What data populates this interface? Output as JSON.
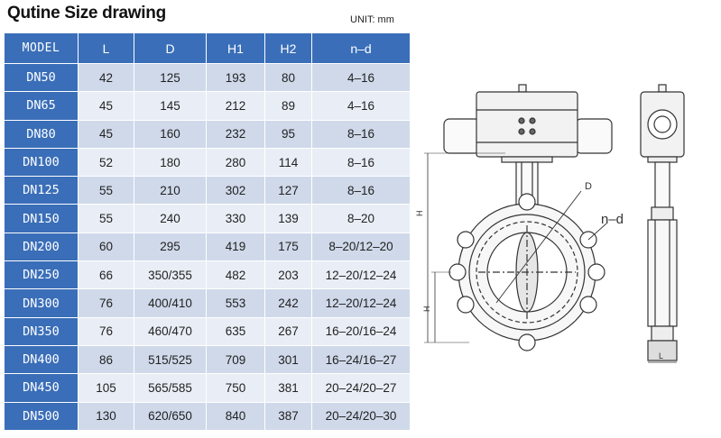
{
  "header": {
    "title": "Qutine Size drawing",
    "unit": "UNIT: mm"
  },
  "table": {
    "columns": [
      "MODEL",
      "L",
      "D",
      "H1",
      "H2",
      "n–d"
    ],
    "rows": [
      [
        "DN50",
        "42",
        "125",
        "193",
        "80",
        "4–16"
      ],
      [
        "DN65",
        "45",
        "145",
        "212",
        "89",
        "4–16"
      ],
      [
        "DN80",
        "45",
        "160",
        "232",
        "95",
        "8–16"
      ],
      [
        "DN100",
        "52",
        "180",
        "280",
        "114",
        "8–16"
      ],
      [
        "DN125",
        "55",
        "210",
        "302",
        "127",
        "8–16"
      ],
      [
        "DN150",
        "55",
        "240",
        "330",
        "139",
        "8–20"
      ],
      [
        "DN200",
        "60",
        "295",
        "419",
        "175",
        "8–20/12–20"
      ],
      [
        "DN250",
        "66",
        "350/355",
        "482",
        "203",
        "12–20/12–24"
      ],
      [
        "DN300",
        "76",
        "400/410",
        "553",
        "242",
        "12–20/12–24"
      ],
      [
        "DN350",
        "76",
        "460/470",
        "635",
        "267",
        "16–20/16–24"
      ],
      [
        "DN400",
        "86",
        "515/525",
        "709",
        "301",
        "16–24/16–27"
      ],
      [
        "DN450",
        "105",
        "565/585",
        "750",
        "381",
        "20–24/20–27"
      ],
      [
        "DN500",
        "130",
        "620/650",
        "840",
        "387",
        "20–24/20–30"
      ]
    ]
  },
  "drawing": {
    "labels": {
      "d": "D",
      "nd": "n–d",
      "h1": "H",
      "h2": "H",
      "l": "L"
    }
  }
}
